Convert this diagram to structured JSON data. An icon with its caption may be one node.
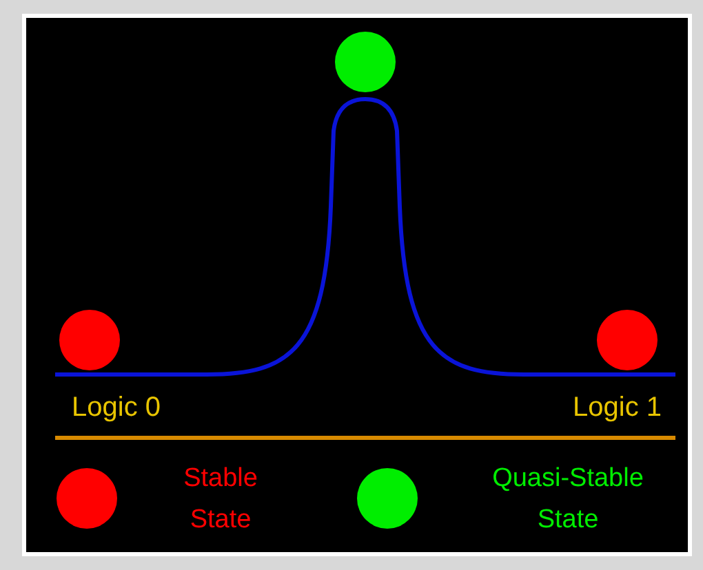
{
  "diagram": {
    "labels": [
      "Logic 0",
      "Logic 1"
    ],
    "legend": [
      {
        "text": "Stable State",
        "color": "#ff0000"
      },
      {
        "text": "Quasi-Stable State",
        "color": "#00ee00"
      }
    ]
  }
}
